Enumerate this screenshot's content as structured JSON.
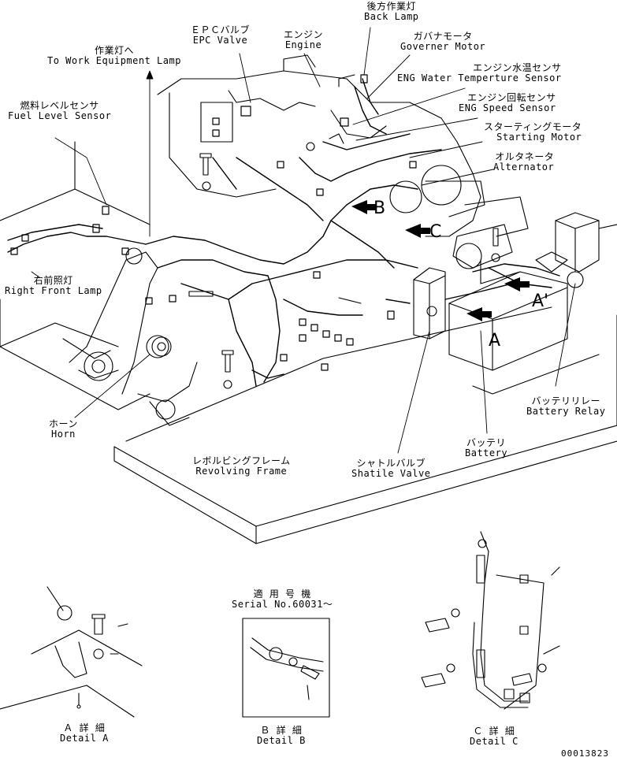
{
  "labels": {
    "back_lamp": {
      "jp": "後方作業灯",
      "en": "Back Lamp"
    },
    "epc_valve": {
      "jp": "ＥＰＣバルブ",
      "en": "EPC Valve"
    },
    "engine": {
      "jp": "エンジン",
      "en": "Engine"
    },
    "governor_motor": {
      "jp": "ガバナモータ",
      "en": "Governer Motor"
    },
    "work_lamp": {
      "jp": "作業灯へ",
      "en": "To Work Equipment Lamp"
    },
    "water_temp": {
      "jp": "エンジン水温センサ",
      "en": "ENG Water Temperture Sensor"
    },
    "speed_sensor": {
      "jp": "エンジン回転センサ",
      "en": "ENG Speed Sensor"
    },
    "fuel_level": {
      "jp": "燃料レベルセンサ",
      "en": "Fuel Level Sensor"
    },
    "starting_motor": {
      "jp": "スターティングモータ",
      "en": "Starting Motor"
    },
    "alternator": {
      "jp": "オルタネータ",
      "en": "Alternator"
    },
    "right_front_lamp": {
      "jp": "右前照灯",
      "en": "Right Front Lamp"
    },
    "battery_relay": {
      "jp": "バッテリリレー",
      "en": "Battery Relay"
    },
    "horn": {
      "jp": "ホーン",
      "en": "Horn"
    },
    "battery": {
      "jp": "バッテリ",
      "en": "Battery"
    },
    "revolving_frame": {
      "jp": "レボルビングフレーム",
      "en": "Revolving Frame"
    },
    "shuttle_valve": {
      "jp": "シャトルバルブ",
      "en": "Shatile Valve"
    },
    "serial": {
      "jp": "適 用 号 機",
      "en": "Serial No.60031～"
    },
    "detail_a": {
      "jp": "Ａ 詳 細",
      "en": "Detail A"
    },
    "detail_b": {
      "jp": "Ｂ 詳 細",
      "en": "Detail B"
    },
    "detail_c": {
      "jp": "Ｃ 詳 細",
      "en": "Detail C"
    }
  },
  "callouts": {
    "a": "A",
    "a2": "A'",
    "b": "B",
    "c": "C"
  },
  "drawing_number": "00013823"
}
